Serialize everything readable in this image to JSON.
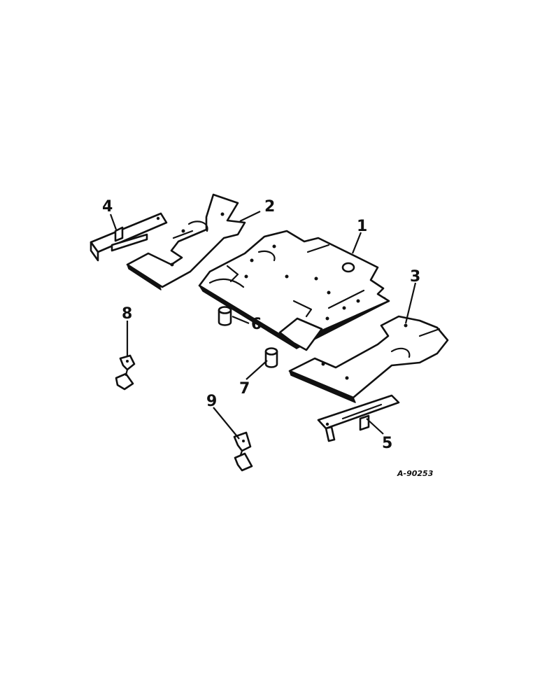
{
  "callouts": {
    "c1": "1",
    "c2": "2",
    "c3": "3",
    "c4": "4",
    "c5": "5",
    "c6": "6",
    "c7": "7",
    "c8": "8",
    "c9": "9"
  },
  "reference_code": "A-90253"
}
